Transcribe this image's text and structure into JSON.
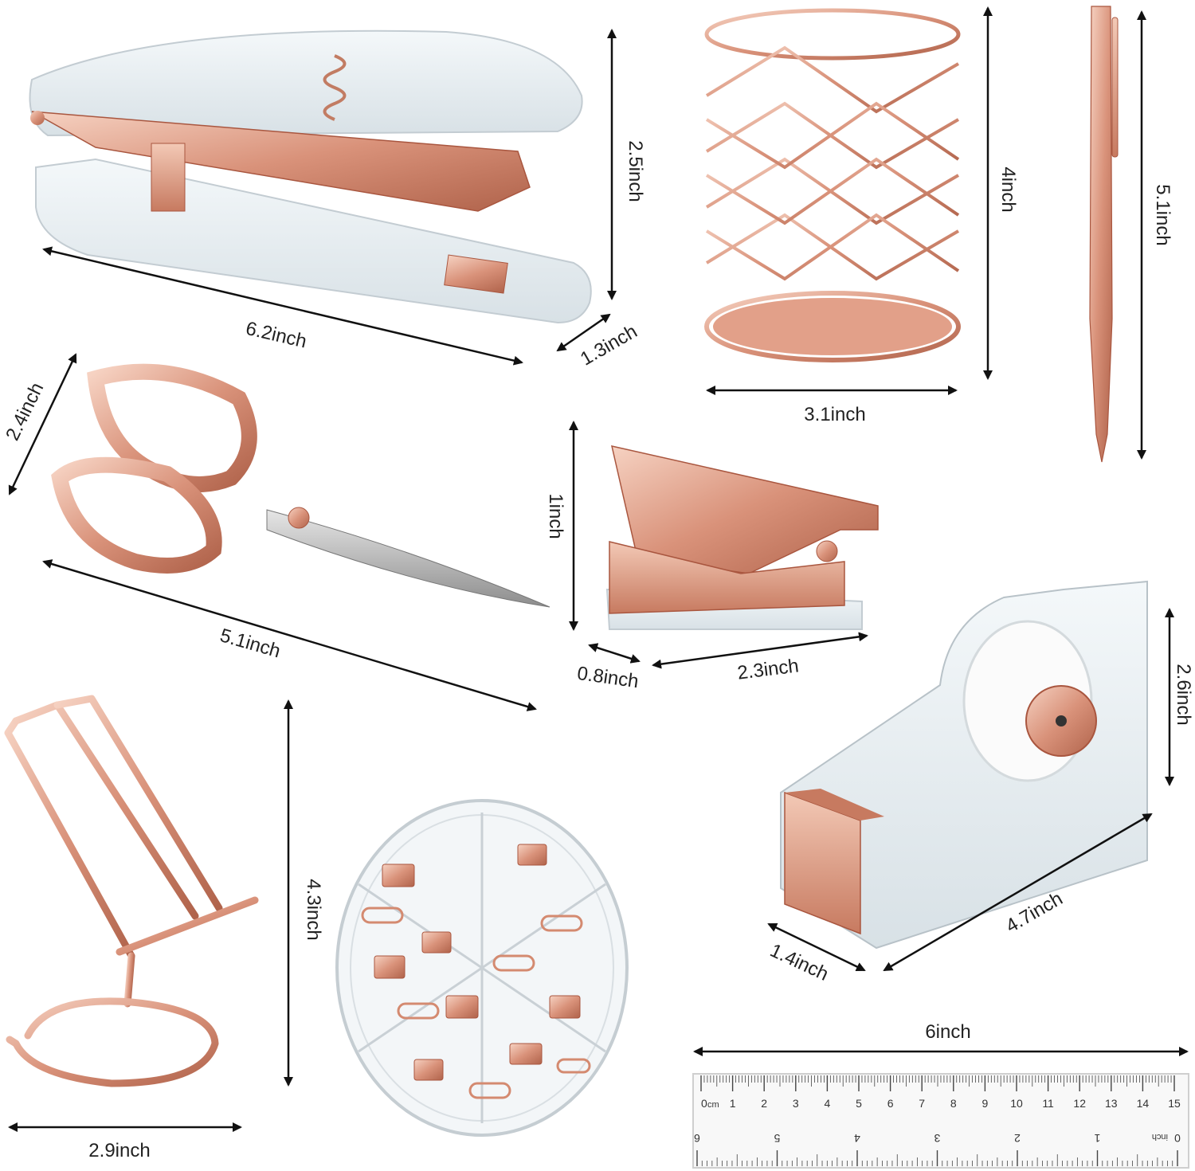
{
  "products": {
    "stapler": {
      "name": "stapler",
      "length_label": "6.2inch",
      "height_label": "2.5inch",
      "width_label": "1.3inch"
    },
    "pen_holder": {
      "name": "pen-holder",
      "height_label": "4inch",
      "width_label": "3.1inch"
    },
    "pen": {
      "name": "pen",
      "length_label": "5.1inch"
    },
    "scissors": {
      "name": "scissors",
      "width_label": "2.4inch",
      "length_label": "5.1inch"
    },
    "staple_remover": {
      "name": "staple-remover",
      "height_label": "1inch",
      "depth_label": "0.8inch",
      "length_label": "2.3inch"
    },
    "tape_dispenser": {
      "name": "tape-dispenser",
      "height_label": "2.6inch",
      "length_label": "4.7inch",
      "width_label": "1.4inch"
    },
    "phone_stand": {
      "name": "phone-stand",
      "height_label": "4.3inch",
      "width_label": "2.9inch"
    },
    "ruler": {
      "name": "ruler",
      "length_label": "6inch",
      "cm_unit": "cm",
      "cm_numbers": [
        "0",
        "1",
        "2",
        "3",
        "4",
        "5",
        "6",
        "7",
        "8",
        "9",
        "10",
        "11",
        "12",
        "13",
        "14",
        "15"
      ],
      "inch_unit": "inch",
      "inch_numbers": [
        "0",
        "1",
        "2",
        "3",
        "4",
        "5",
        "6"
      ]
    }
  },
  "colors": {
    "rose_gold": "#d9927a",
    "rose_gold_dark": "#b86a52",
    "rose_gold_light": "#f2c3b0",
    "acrylic": "#dfe7ec",
    "arrow": "#111111"
  }
}
